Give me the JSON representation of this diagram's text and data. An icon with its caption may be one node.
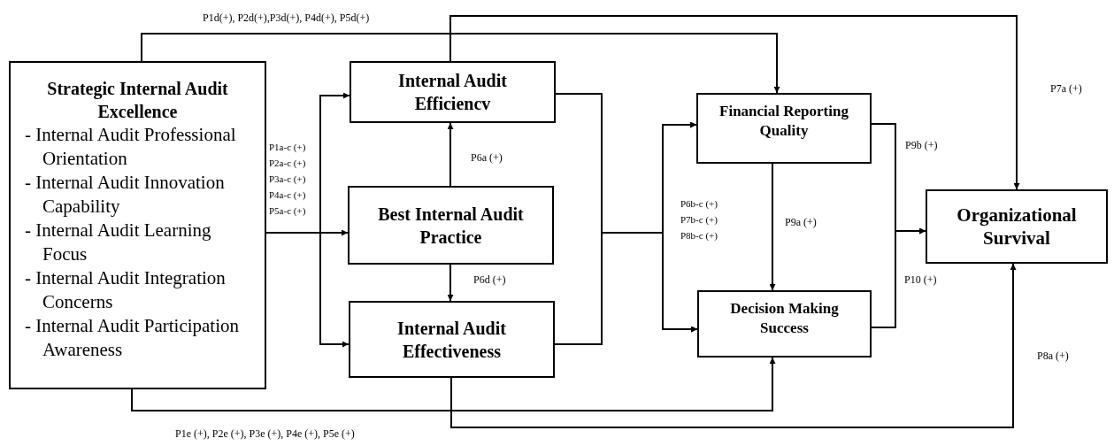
{
  "diagram": {
    "nodes": [
      {
        "text": [
          "Strategic Internal Audit Excellence",
          "- Internal Audit Professional Orientation",
          "- Internal Audit Innovation Capability",
          "- Internal Audit Learning Focus",
          "- Internal Audit Integration Concerns",
          "- Internal Audit Participation Awareness"
        ]
      },
      {
        "text": [
          "Internal Audit Efficiencv"
        ]
      },
      {
        "text": [
          "Best Internal Audit Practice"
        ]
      },
      {
        "text": [
          "Internal Audit Effectiveness"
        ]
      },
      {
        "text": [
          "Financial Reporting Quality"
        ]
      },
      {
        "text": [
          "Decision Making Success"
        ]
      },
      {
        "text": [
          "Organizational Survival"
        ]
      }
    ],
    "edges": [
      {
        "from": 0,
        "to": 1,
        "arrow": "to"
      },
      {
        "from": 0,
        "to": 2,
        "arrow": "to"
      },
      {
        "from": 0,
        "to": 3,
        "arrow": "to"
      },
      {
        "from": 0,
        "to": 4,
        "arrow": "to",
        "label": "P1d(+), P2d(+),P3d(+), P4d(+), P5d(+)"
      },
      {
        "from": 0,
        "to": 5,
        "arrow": "to",
        "label": "P1e (+), P2e (+), P3e (+), P4e (+), P5e (+)"
      },
      {
        "from": 2,
        "to": 1,
        "arrow": "to",
        "label": "P6a (+)"
      },
      {
        "from": 2,
        "to": 3,
        "arrow": "to",
        "label": "P6d (+)"
      },
      {
        "from": 1,
        "to": 6,
        "arrow": "to",
        "label": "P7a (+)"
      },
      {
        "from": 1,
        "to": 4,
        "arrow": "to"
      },
      {
        "from": 1,
        "to": 5,
        "arrow": "to"
      },
      {
        "from": 3,
        "to": 4,
        "arrow": "to"
      },
      {
        "from": 3,
        "to": 5,
        "arrow": "to"
      },
      {
        "from": 4,
        "to": 5,
        "arrow": "to",
        "label": "P9a (+)"
      },
      {
        "from": 4,
        "to": 6,
        "arrow": "to",
        "label": "P9b (+)"
      },
      {
        "from": 5,
        "to": 6,
        "arrow": "to",
        "label": "P10 (+)"
      },
      {
        "from": 3,
        "to": 6,
        "arrow": "to",
        "label": "P8a (+)"
      }
    ],
    "labels": [
      "P1a-c (+)",
      "P2a-c (+)",
      "P3a-c (+)",
      "P4a-c (+)",
      "P5a-c (+)",
      "P6b-c (+)",
      "P7b-c (+)",
      "P8b-c (+)"
    ]
  }
}
